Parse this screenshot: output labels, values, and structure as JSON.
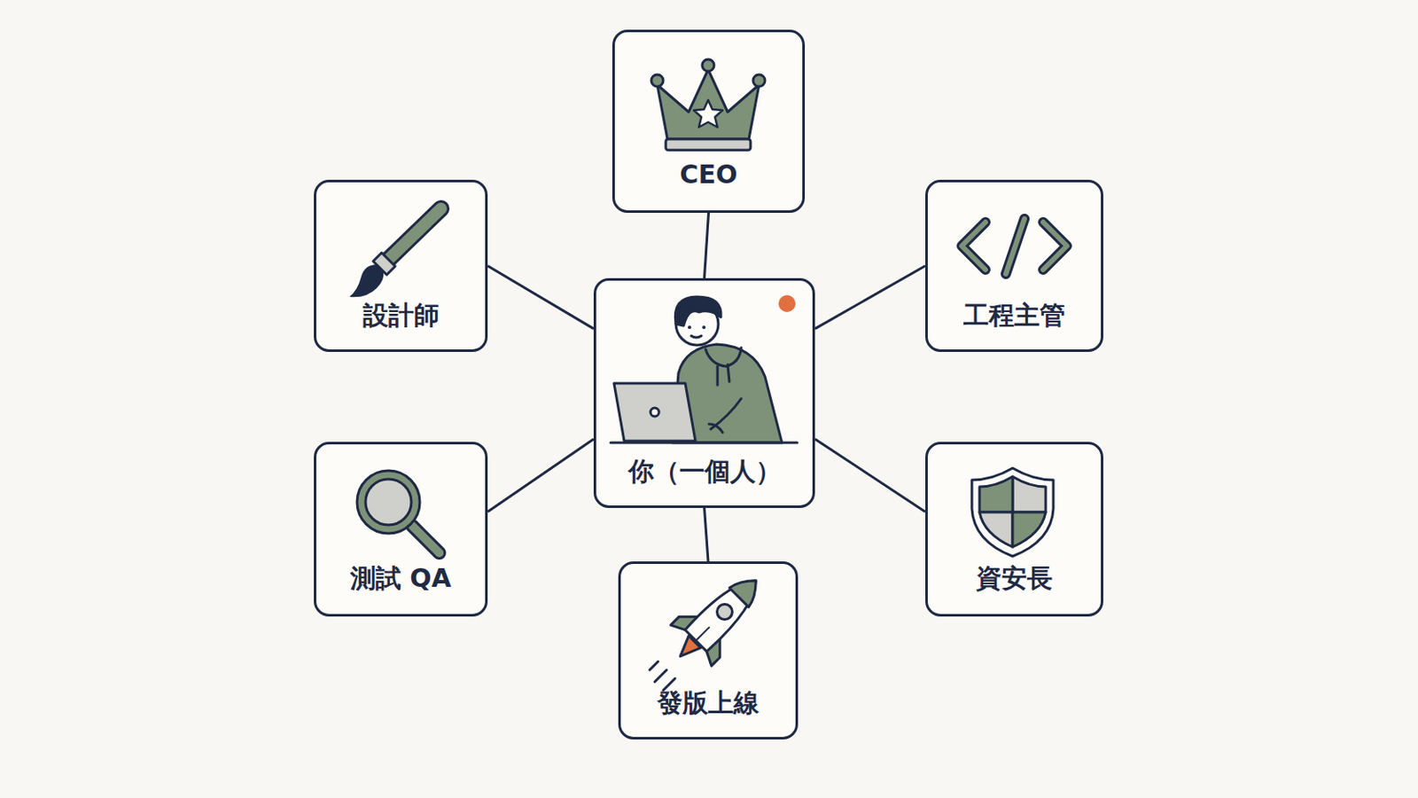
{
  "diagram": {
    "nodes": [
      {
        "text": [
          "CEO"
        ]
      },
      {
        "text": [
          "設計師"
        ]
      },
      {
        "text": [
          "工程主管"
        ]
      },
      {
        "text": [
          "你（一個人）"
        ]
      },
      {
        "text": [
          "測試 QA"
        ]
      },
      {
        "text": [
          "資安長"
        ]
      },
      {
        "text": [
          "發版上線"
        ]
      }
    ],
    "edges": [
      {
        "from": 3,
        "to": 0,
        "arrow": "none"
      },
      {
        "from": 3,
        "to": 1,
        "arrow": "none"
      },
      {
        "from": 3,
        "to": 2,
        "arrow": "none"
      },
      {
        "from": 3,
        "to": 4,
        "arrow": "none"
      },
      {
        "from": 3,
        "to": 5,
        "arrow": "none"
      },
      {
        "from": 3,
        "to": 6,
        "arrow": "none"
      }
    ]
  }
}
